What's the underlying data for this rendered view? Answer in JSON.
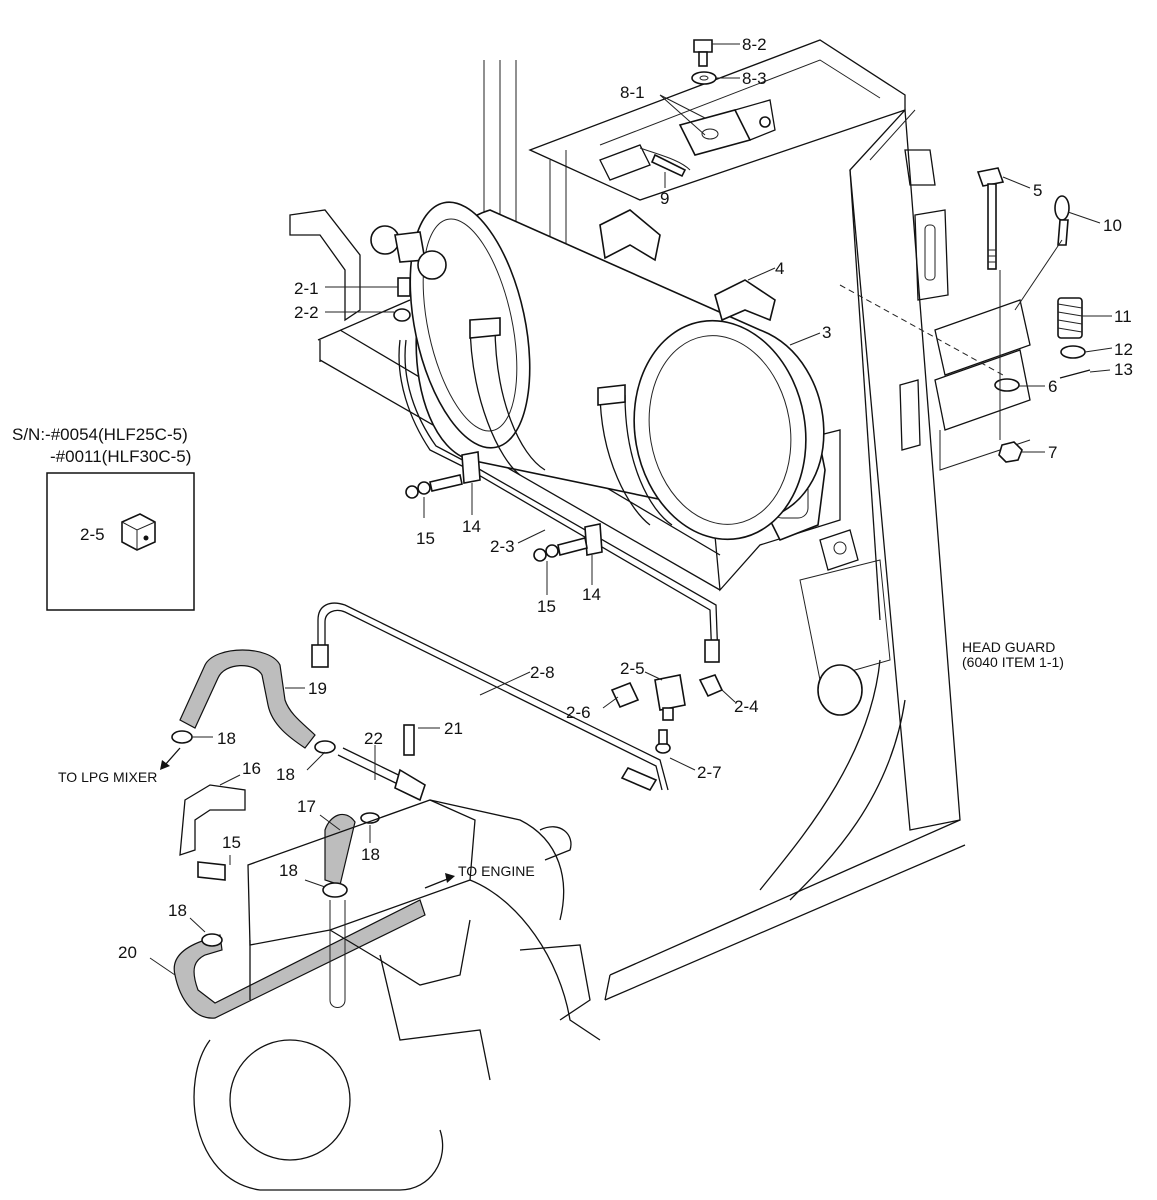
{
  "inset": {
    "serial_line_1": "S/N:-#0054(HLF25C-5)",
    "serial_line_2": "-#0011(HLF30C-5)",
    "part_label": "2-5"
  },
  "notes": {
    "head_guard_line_1": "HEAD GUARD",
    "head_guard_line_2": "(6040 ITEM 1-1)",
    "to_lpg_mixer": "TO  LPG MIXER",
    "to_engine": "TO ENGINE"
  },
  "callouts": {
    "c8_2": "8-2",
    "c8_3": "8-3",
    "c8_1": "8-1",
    "c9": "9",
    "c5": "5",
    "c10": "10",
    "c4": "4",
    "c3": "3",
    "c11": "11",
    "c12": "12",
    "c13": "13",
    "c6": "6",
    "c7": "7",
    "c2_1": "2-1",
    "c2_2": "2-2",
    "c15a": "15",
    "c14a": "14",
    "c2_3": "2-3",
    "c15b": "15",
    "c14b": "14",
    "c2_8": "2-8",
    "c2_5": "2-5",
    "c2_6": "2-6",
    "c2_4": "2-4",
    "c2_7": "2-7",
    "c19": "19",
    "c18a": "18",
    "c18b": "18",
    "c22": "22",
    "c21": "21",
    "c16": "16",
    "c17": "17",
    "c18c": "18",
    "c15c": "15",
    "c18d": "18",
    "c18e": "18",
    "c20": "20"
  }
}
